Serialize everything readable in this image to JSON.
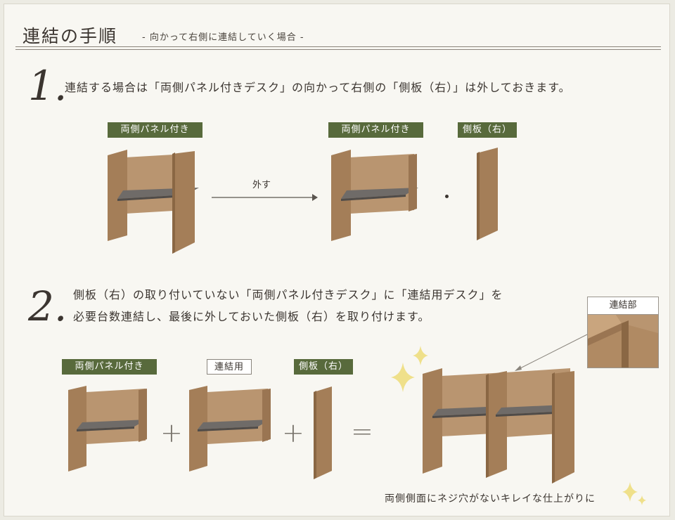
{
  "header": {
    "title": "連結の手順",
    "subtitle": "- 向かって右側に連結していく場合 -"
  },
  "step1": {
    "number": "1.",
    "text": "連結する場合は「両側パネル付きデスク」の向かって右側の「側板（右）」は外しておきます。",
    "tag_before": "両側パネル付き",
    "arrow_label": "外す",
    "tag_after": "両側パネル付き",
    "tag_side_panel": "側板（右）"
  },
  "step2": {
    "number": "2.",
    "text_line1": "側板（右）の取り付いていない「両側パネル付きデスク」に「連結用デスク」を",
    "text_line2": "必要台数連結し、最後に外しておいた側板（右）を取り付けます。",
    "tag_desk": "両側パネル付き",
    "tag_connector": "連結用",
    "tag_side_panel": "側板（右）",
    "plus": "+",
    "equals": "=",
    "inset_label": "連結部",
    "bottom_note": "両側側面にネジ穴がないキレイな仕上がりに"
  },
  "colors": {
    "tag_green": "#586a3c",
    "wood": "#a8835e",
    "wood_dark": "#8a6744",
    "shelf": "#6f6b68",
    "sparkle": "#efe08a"
  }
}
